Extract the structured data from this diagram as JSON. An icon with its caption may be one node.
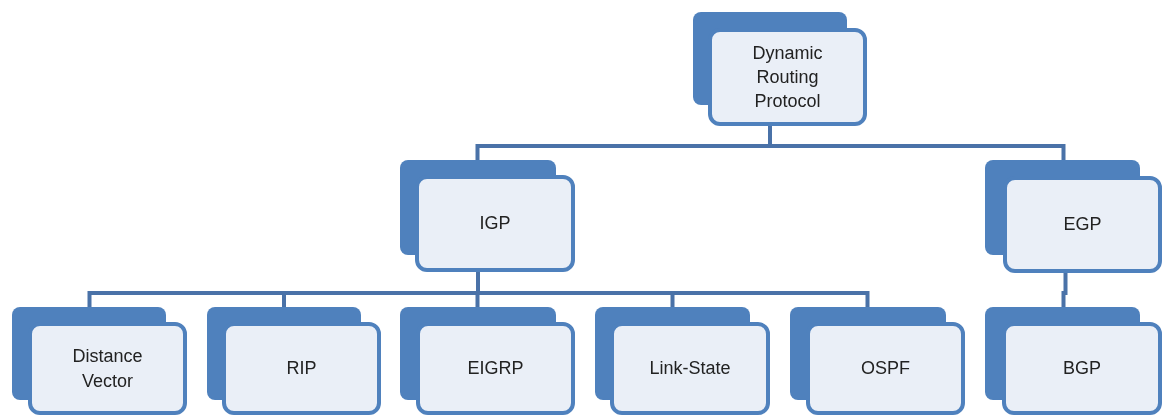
{
  "diagram": {
    "nodes": [
      {
        "text": [
          "Dynamic Routing Protocol"
        ]
      },
      {
        "text": [
          "IGP"
        ]
      },
      {
        "text": [
          "EGP"
        ]
      },
      {
        "text": [
          "Distance Vector"
        ]
      },
      {
        "text": [
          "RIP"
        ]
      },
      {
        "text": [
          "EIGRP"
        ]
      },
      {
        "text": [
          "Link-State"
        ]
      },
      {
        "text": [
          "OSPF"
        ]
      },
      {
        "text": [
          "BGP"
        ]
      }
    ],
    "edges": [
      {
        "from": 0,
        "to": 1,
        "arrow": "none"
      },
      {
        "from": 0,
        "to": 2,
        "arrow": "none"
      },
      {
        "from": 1,
        "to": 3,
        "arrow": "none"
      },
      {
        "from": 1,
        "to": 4,
        "arrow": "none"
      },
      {
        "from": 1,
        "to": 5,
        "arrow": "none"
      },
      {
        "from": 1,
        "to": 6,
        "arrow": "none"
      },
      {
        "from": 1,
        "to": 7,
        "arrow": "none"
      },
      {
        "from": 2,
        "to": 8,
        "arrow": "none"
      }
    ]
  }
}
